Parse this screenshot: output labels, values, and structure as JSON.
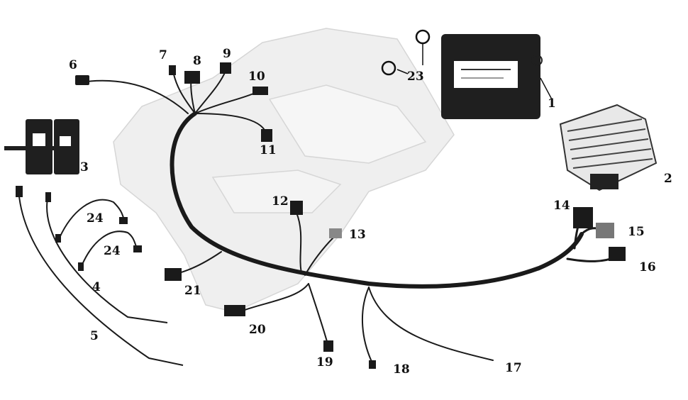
{
  "title": "Wiring harness parts diagram",
  "labels": [
    {
      "id": "p1",
      "text": "1"
    },
    {
      "id": "p2",
      "text": "2"
    },
    {
      "id": "p3",
      "text": "3"
    },
    {
      "id": "p4",
      "text": "4"
    },
    {
      "id": "p5",
      "text": "5"
    },
    {
      "id": "p6",
      "text": "6"
    },
    {
      "id": "p7",
      "text": "7"
    },
    {
      "id": "p8",
      "text": "8"
    },
    {
      "id": "p9",
      "text": "9"
    },
    {
      "id": "p10",
      "text": "10"
    },
    {
      "id": "p11",
      "text": "11"
    },
    {
      "id": "p12",
      "text": "12"
    },
    {
      "id": "p13",
      "text": "13"
    },
    {
      "id": "p14",
      "text": "14"
    },
    {
      "id": "p15",
      "text": "15"
    },
    {
      "id": "p16",
      "text": "16"
    },
    {
      "id": "p17",
      "text": "17"
    },
    {
      "id": "p18",
      "text": "18"
    },
    {
      "id": "p19",
      "text": "19"
    },
    {
      "id": "p20",
      "text": "20"
    },
    {
      "id": "p21",
      "text": "21"
    },
    {
      "id": "p23",
      "text": "23"
    },
    {
      "id": "p24a",
      "text": "24"
    },
    {
      "id": "p24b",
      "text": "24"
    }
  ]
}
